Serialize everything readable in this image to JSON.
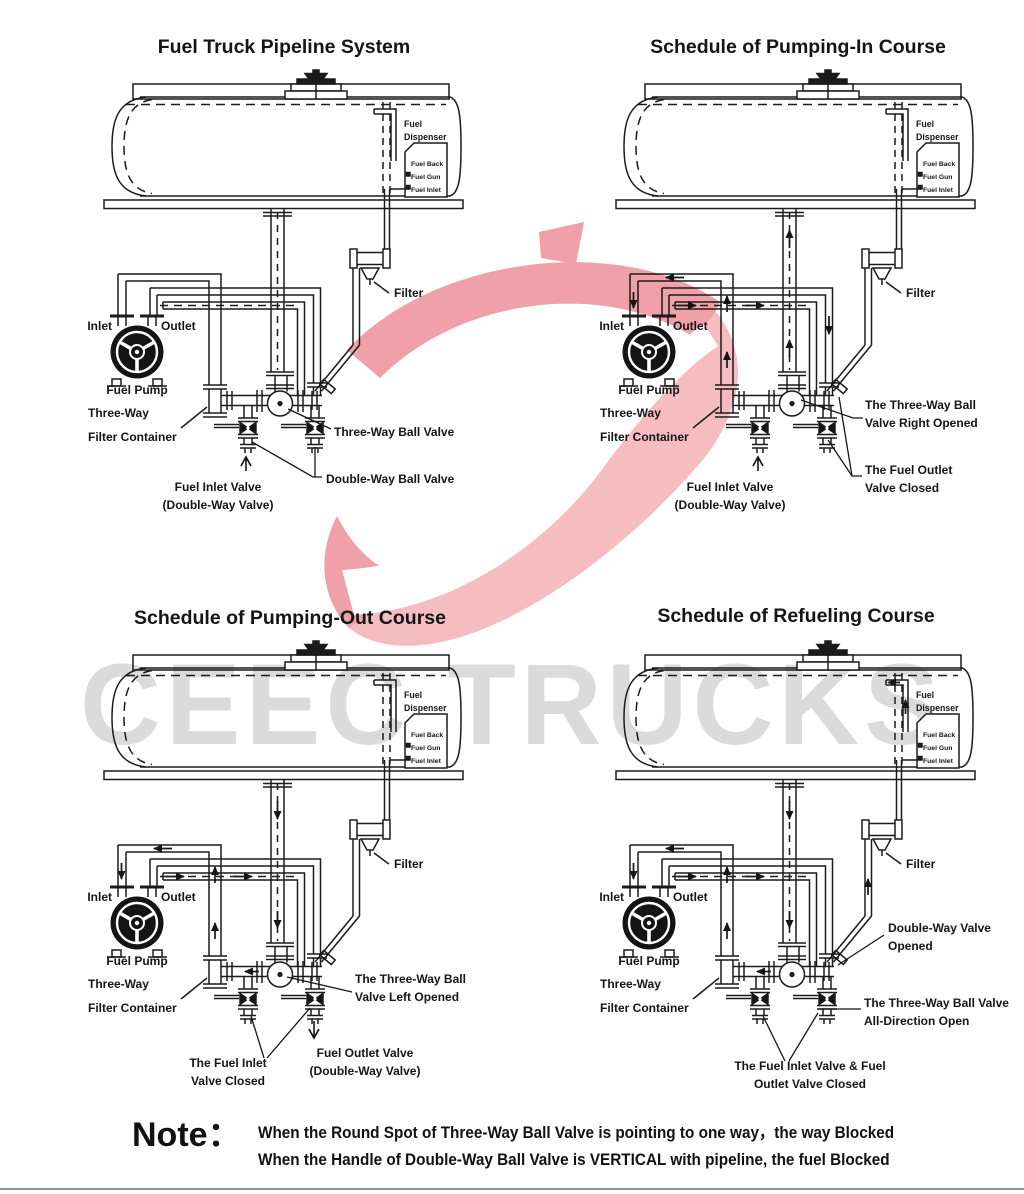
{
  "watermark": {
    "text": "CEEC TRUCKS",
    "text_color": "#dbdbdb",
    "logo_pink_light": "#f5bdc2",
    "logo_pink_deep": "#efa0a8"
  },
  "common": {
    "filter": "Filter",
    "inlet": "Inlet",
    "outlet": "Outlet",
    "fuel_pump": "Fuel Pump",
    "three_way": "Three-Way",
    "filter_container": "Filter Container",
    "fuel": "Fuel",
    "dispenser": "Dispenser",
    "fuel_back": "Fuel Back",
    "fuel_gun": "Fuel Gun",
    "fuel_inlet": "Fuel Inlet"
  },
  "quadrants": [
    {
      "title": "Fuel Truck Pipeline System",
      "c1": "Three-Way Ball Valve",
      "c2": "Double-Way Ball Valve",
      "c3a": "Fuel Inlet Valve",
      "c3b": "(Double-Way Valve)"
    },
    {
      "title": "Schedule of Pumping-In Course",
      "c1a": "The Three-Way Ball",
      "c1b": "Valve Right Opened",
      "c2a": "The Fuel Outlet",
      "c2b": "Valve Closed",
      "c3a": "Fuel Inlet Valve",
      "c3b": "(Double-Way Valve)"
    },
    {
      "title": "Schedule of Pumping-Out Course",
      "c1a": "The Three-Way Ball",
      "c1b": "Valve Left Opened",
      "c2a": "The Fuel Inlet",
      "c2b": "Valve Closed",
      "c3a": "Fuel Outlet Valve",
      "c3b": "(Double-Way Valve)"
    },
    {
      "title": "Schedule of Refueling Course",
      "c1a": "Double-Way Valve",
      "c1b": "Opened",
      "c2a": "The Three-Way Ball Valve",
      "c2b": "All-Direction Open",
      "c3a": "The Fuel Inlet Valve & Fuel",
      "c3b": "Outlet Valve Closed"
    }
  ],
  "note": {
    "label": "Note：",
    "line1": "When the Round Spot of Three-Way Ball Valve is pointing to one way，the way Blocked",
    "line2": "When the Handle of Double-Way Ball Valve is VERTICAL with pipeline, the fuel Blocked"
  }
}
